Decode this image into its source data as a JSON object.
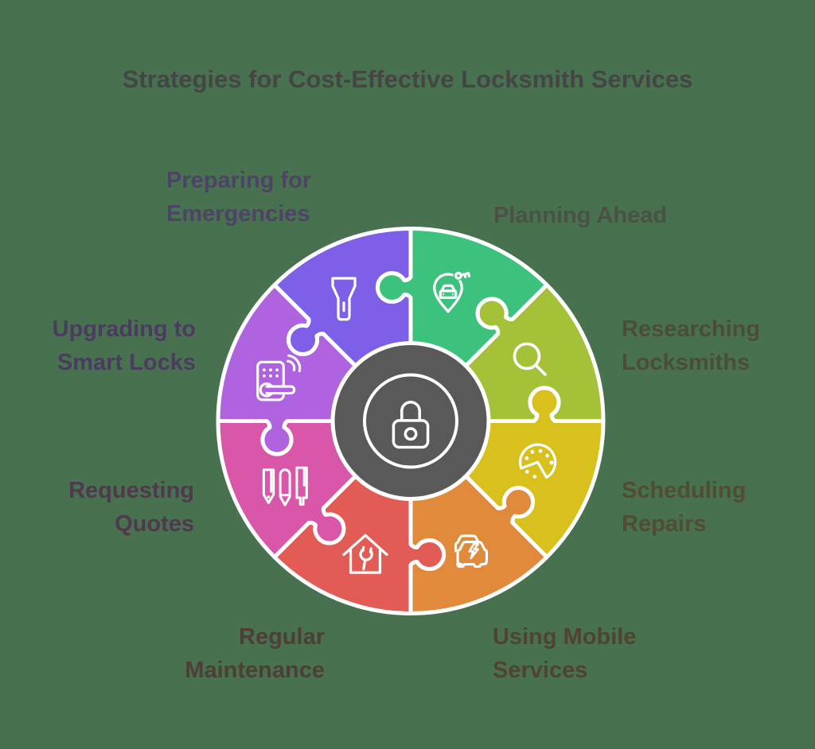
{
  "background_color": "#47714f",
  "title": {
    "text": "Strategies for Cost-Effective Locksmith Services",
    "color": "#454545"
  },
  "wheel": {
    "outline_color": "#ffffff",
    "center_fill": "#595959",
    "center_icon": "padlock-icon",
    "segments": [
      {
        "id": "planning-ahead",
        "label": "Planning Ahead",
        "color": "#3cc27d",
        "label_color": "#4a5145",
        "icon": "car-key-location-pin-icon",
        "start_angle": 45
      },
      {
        "id": "researching-locksmiths",
        "label": "Researching\nLocksmiths",
        "color": "#a4c138",
        "label_color": "#4a4d38",
        "icon": "magnifier-icon",
        "start_angle": 0
      },
      {
        "id": "scheduling-repairs",
        "label": "Scheduling\nRepairs",
        "color": "#d8c01d",
        "label_color": "#524c30",
        "icon": "clock-icon",
        "start_angle": -45
      },
      {
        "id": "using-mobile-services",
        "label": "Using Mobile\nServices",
        "color": "#e18a3c",
        "label_color": "#51442e",
        "icon": "mobile-van-icon",
        "start_angle": -90
      },
      {
        "id": "regular-maintenance",
        "label": "Regular\nMaintenance",
        "color": "#e25c55",
        "label_color": "#4f3d37",
        "icon": "house-wrench-icon",
        "start_angle": -135
      },
      {
        "id": "requesting-quotes",
        "label": "Requesting\nQuotes",
        "color": "#d957a8",
        "label_color": "#50384e",
        "icon": "pens-icon",
        "start_angle": -180
      },
      {
        "id": "upgrading-smart-locks",
        "label": "Upgrading to\nSmart Locks",
        "color": "#af63df",
        "label_color": "#4a3c5f",
        "icon": "smart-lock-icon",
        "start_angle": 135
      },
      {
        "id": "preparing-emergencies",
        "label": "Preparing for\nEmergencies",
        "color": "#7d5fe8",
        "label_color": "#4e4367",
        "icon": "flashlight-icon",
        "start_angle": 90
      }
    ]
  }
}
